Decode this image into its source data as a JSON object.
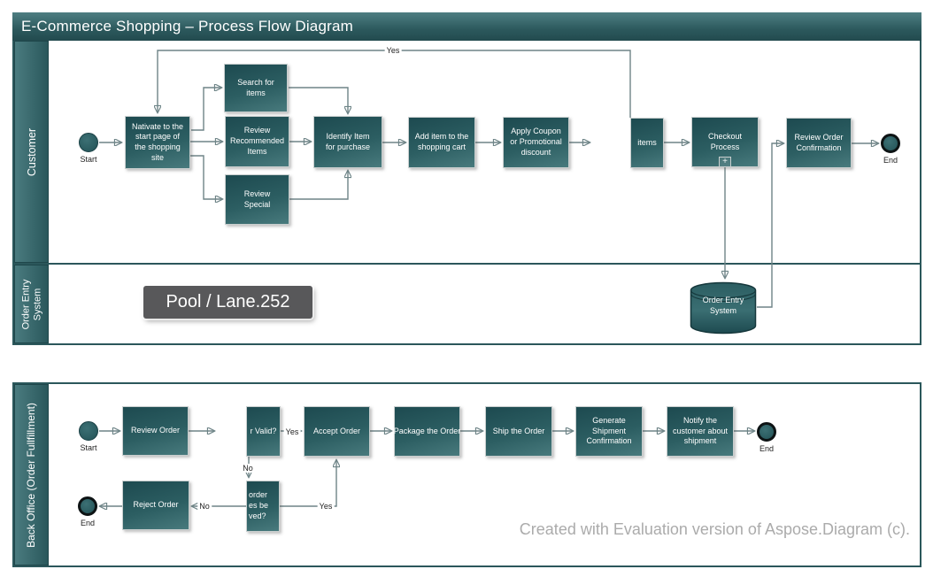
{
  "pool1": {
    "title": "E-Commerce Shopping – Process Flow Diagram",
    "lane_customer": "Customer",
    "lane_order_entry": "Order Entry\nSystem"
  },
  "pool2": {
    "lane_back_office": "Back Office (Order Fullfillment)"
  },
  "overlay": {
    "lane_badge": "Pool / Lane.252"
  },
  "watermark": "Created with Evaluation version of Aspose.Diagram (c).",
  "nodes": {
    "start1": {
      "label": "Start"
    },
    "nativate": {
      "label": "Nativate to the\nstart page of\nthe shopping\nsite"
    },
    "search": {
      "label": "Search for\nitems"
    },
    "review_rec": {
      "label": "Review\nRecommended\nItems"
    },
    "review_special": {
      "label": "Review\nSpecial"
    },
    "identify": {
      "label": "Identify Item\nfor purchase"
    },
    "add_item": {
      "label": "Add item to the\nshopping cart"
    },
    "apply_coupon": {
      "label": "Apply Coupon\nor Promotional\ndiscount"
    },
    "more_items": {
      "label": "items"
    },
    "checkout": {
      "label": "Checkout\nProcess",
      "marker": "+"
    },
    "review_conf": {
      "label": "Review Order\nConfirmation"
    },
    "end1": {
      "label": "End"
    },
    "order_entry_db": {
      "label": "Order Entry\nSystem"
    },
    "start2": {
      "label": "Start"
    },
    "review_order": {
      "label": "Review Order"
    },
    "order_valid": {
      "label": "r Valid?"
    },
    "accept_order": {
      "label": "Accept Order"
    },
    "resolve": {
      "label": "order\nes be\nved?"
    },
    "reject_order": {
      "label": "Reject Order"
    },
    "end2_reject": {
      "label": "End"
    },
    "package": {
      "label": "Package the Order"
    },
    "ship": {
      "label": "Ship the Order"
    },
    "generate": {
      "label": "Generate\nShipment\nConfirmation"
    },
    "notify": {
      "label": "Notify the\ncustomer about\nshipment"
    },
    "end2": {
      "label": "End"
    }
  },
  "edge_labels": {
    "yes_top": "Yes",
    "yes_valid": "Yes",
    "no_valid": "No",
    "yes_resolve": "Yes",
    "no_reject": "No"
  },
  "colors": {
    "teal_dark": "#224a4e",
    "teal_mid": "#2c5e62",
    "teal_light": "#487a7d",
    "pool_border": "#2b575b",
    "connector": "#6e8487",
    "badge_bg": "#58585a",
    "watermark_gray": "#ababab"
  }
}
